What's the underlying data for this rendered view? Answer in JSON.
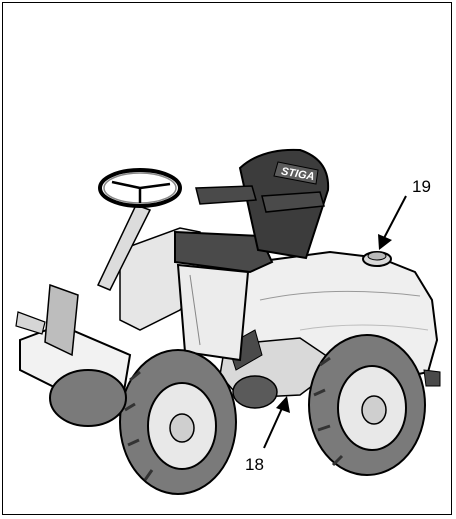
{
  "figure": {
    "callouts": [
      {
        "number": "19",
        "part": "fuel-tank-cap"
      },
      {
        "number": "18",
        "part": "underside-component"
      }
    ],
    "seat_logo": "STIGA",
    "colors": {
      "line": "#000000",
      "background": "#ffffff",
      "body_shade": "#d9d9d9",
      "dark_shade": "#4a4a4a",
      "tire": "#7a7a7a"
    }
  }
}
